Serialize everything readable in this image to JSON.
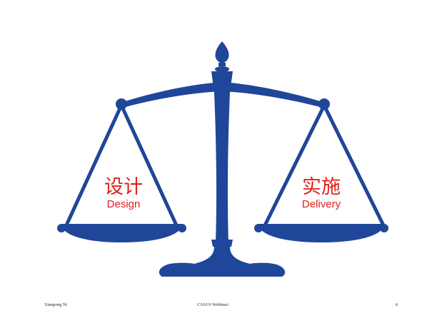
{
  "slide": {
    "left_label_cn": "设计",
    "left_label_en": "Design",
    "right_label_cn": "实施",
    "right_label_en": "Delivery",
    "footer_left": "Xiaopeng Ni",
    "footer_center": "CSAUS Webinar:",
    "page_number": "6"
  },
  "icons": {
    "scale": "balance-scale-icon"
  },
  "colors": {
    "scale_blue": "#1f4699",
    "label_red": "#e0201c",
    "background": "#ffffff"
  }
}
